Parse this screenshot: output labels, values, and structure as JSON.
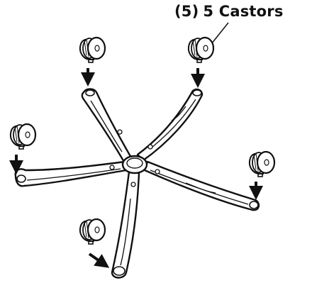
{
  "diagram": {
    "step_number": "(5)",
    "step_label": "5 Castors",
    "stroke_color": "#111111",
    "fill_color": "#ffffff",
    "caster_count": 5
  }
}
